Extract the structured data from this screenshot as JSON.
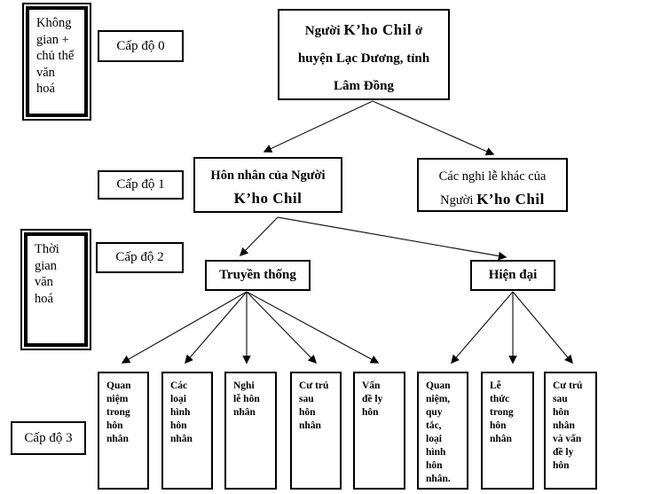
{
  "diagram": {
    "side_boxes": {
      "space_subject": "Không\ngian +\nchủ thể\nvăn\nhoá",
      "time": "Thời\ngian\nvăn\nhoá"
    },
    "level_labels": {
      "l0": "Cấp độ 0",
      "l1": "Cấp độ 1",
      "l2": "Cấp độ 2",
      "l3": "Cấp độ 3"
    },
    "root": {
      "line1_pre": "Người ",
      "line1_bold": "K’ho Chil",
      "line1_post": " ở",
      "line2": "huyện Lạc Dương, tỉnh",
      "line3": "Lâm Đồng"
    },
    "level1": {
      "marriage_line1": "Hôn nhân của Người",
      "marriage_line2": "K’ho Chil",
      "rituals_line1": "Các nghi lễ khác của",
      "rituals_line2_pre": "Người ",
      "rituals_line2_bold": "K’ho Chil"
    },
    "level2": {
      "traditional": "Truyền thống",
      "modern": "Hiện đại"
    },
    "level3": [
      "Quan\nniệm\ntrong\nhôn\nnhân",
      "Các\nloại\nhình\nhôn\nnhân",
      "Nghi\nlễ hôn\nnhân",
      "Cư trú\nsau\nhôn\nnhân",
      "Vấn\nđề ly\nhôn",
      "Quan\nniệm,\nquy\ntắc,\nloại\nhình\nhôn\nnhân.",
      "Lễ\nthức\ntrong\nhôn\nnhân",
      "Cư trú\nsau\nhôn\nnhân\nvà vấn\nđề ly\nhôn"
    ],
    "colors": {
      "line": "#000000",
      "background": "#ffffff",
      "text": "#000000"
    }
  }
}
